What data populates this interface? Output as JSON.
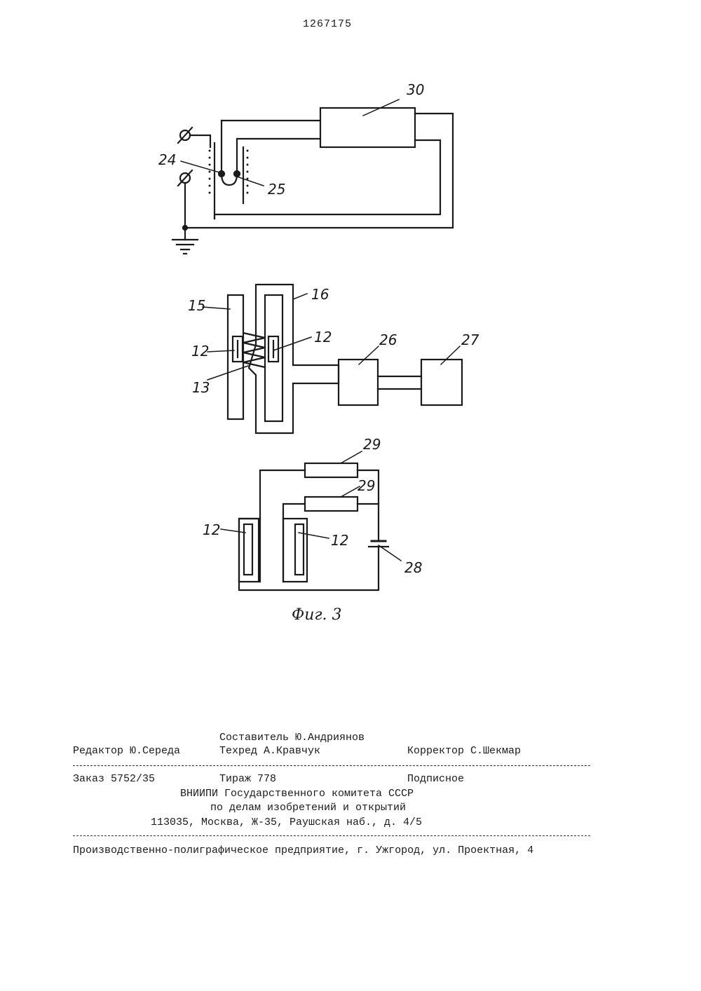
{
  "header": {
    "patent_number": "1267175"
  },
  "figure": {
    "labels": {
      "l30": "30",
      "l24": "24",
      "l25": "25",
      "l15": "15",
      "l16": "16",
      "l12a": "12",
      "l12b": "12",
      "l13": "13",
      "l26": "26",
      "l27": "27",
      "l29a": "29",
      "l29b": "29",
      "l12c": "12",
      "l12d": "12",
      "l28": "28"
    },
    "caption": "Фиг. 3"
  },
  "imprint": {
    "compiler": "Составитель Ю.Андриянов",
    "editor": "Редактор Ю.Середа",
    "techred": "Техред А.Кравчук",
    "corrector": "Корректор С.Шекмар",
    "order": "Заказ 5752/35",
    "circulation": "Тираж 778",
    "subscription": "Подписное",
    "org_line1": "ВНИИПИ Государственного комитета СССР",
    "org_line2": "по делам изобретений и открытий",
    "address": "113035, Москва, Ж-35, Раушская наб., д. 4/5",
    "printer": "Производственно-полиграфическое предприятие, г. Ужгород, ул. Проектная, 4"
  }
}
